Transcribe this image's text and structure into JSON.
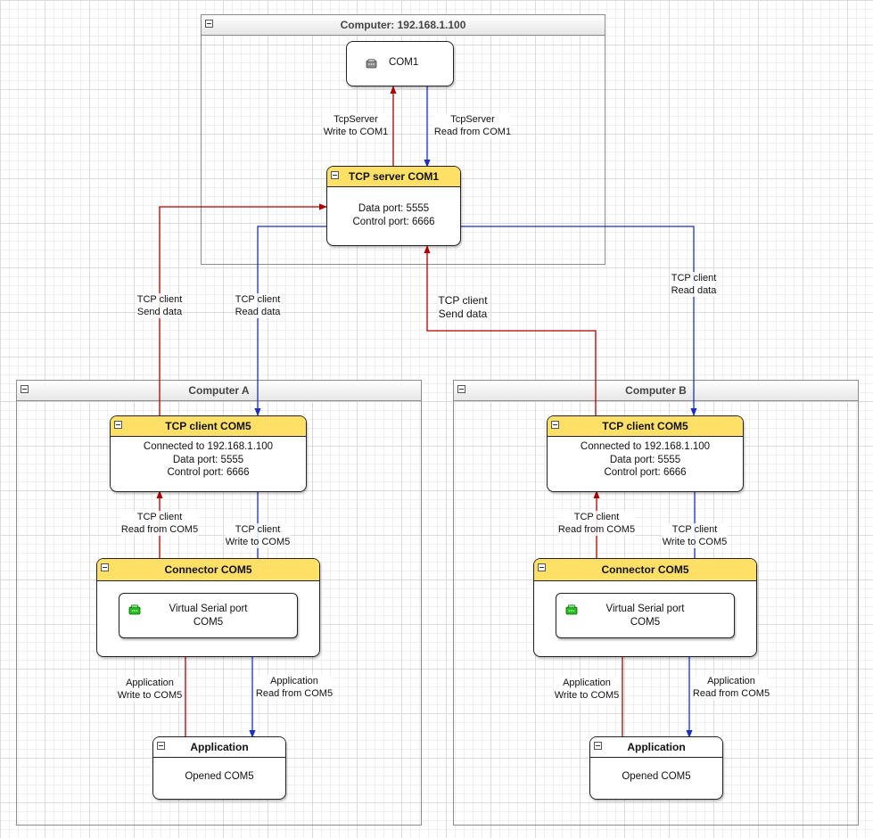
{
  "colors": {
    "red_wire": "#b00000",
    "blue_wire": "#1a2fc0",
    "header_yellow": "#ffe066"
  },
  "server_group": {
    "title": "Computer: 192.168.1.100",
    "com1": {
      "label": "COM1",
      "icon": "serial-port-gray-icon"
    },
    "tcp_server": {
      "title": "TCP server COM1",
      "line1": "Data port: 5555",
      "line2": "Control port: 6666"
    },
    "edge_write": {
      "line1": "TcpServer",
      "line2": "Write to COM1"
    },
    "edge_read": {
      "line1": "TcpServer",
      "line2": "Read from COM1"
    }
  },
  "links": {
    "a_send": {
      "line1": "TCP client",
      "line2": "Send data"
    },
    "a_read": {
      "line1": "TCP client",
      "line2": "Read data"
    },
    "b_send": {
      "line1": "TCP client",
      "line2": "Send data"
    },
    "b_read": {
      "line1": "TCP client",
      "line2": "Read data"
    }
  },
  "computer_a": {
    "title": "Computer A",
    "tcp_client": {
      "title": "TCP client COM5",
      "line1": "Connected to 192.168.1.100",
      "line2": "Data port: 5555",
      "line3": "Control port: 6666"
    },
    "edge_read_com": {
      "line1": "TCP client",
      "line2": "Read from COM5"
    },
    "edge_write_com": {
      "line1": "TCP client",
      "line2": "Write to COM5"
    },
    "connector": {
      "title": "Connector COM5",
      "vsp_line1": "Virtual Serial port",
      "vsp_line2": "COM5",
      "icon": "serial-port-green-icon"
    },
    "edge_app_write": {
      "line1": "Application",
      "line2": "Write to COM5"
    },
    "edge_app_read": {
      "line1": "Application",
      "line2": "Read from COM5"
    },
    "application": {
      "title": "Application",
      "body": "Opened COM5"
    }
  },
  "computer_b": {
    "title": "Computer B",
    "tcp_client": {
      "title": "TCP client COM5",
      "line1": "Connected to 192.168.1.100",
      "line2": "Data port: 5555",
      "line3": "Control port: 6666"
    },
    "edge_read_com": {
      "line1": "TCP client",
      "line2": "Read from COM5"
    },
    "edge_write_com": {
      "line1": "TCP client",
      "line2": "Write to COM5"
    },
    "connector": {
      "title": "Connector COM5",
      "vsp_line1": "Virtual Serial port",
      "vsp_line2": "COM5",
      "icon": "serial-port-green-icon"
    },
    "edge_app_write": {
      "line1": "Application",
      "line2": "Write to COM5"
    },
    "edge_app_read": {
      "line1": "Application",
      "line2": "Read from COM5"
    },
    "application": {
      "title": "Application",
      "body": "Opened COM5"
    }
  }
}
